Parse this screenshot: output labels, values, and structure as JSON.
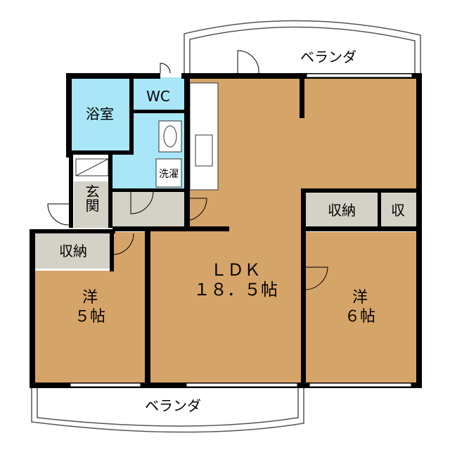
{
  "labels": {
    "veranda_top": "ベランダ",
    "veranda_bottom": "ベランダ",
    "wc": "WC",
    "bath": "浴室",
    "laundry": "洗濯",
    "entrance": "玄関",
    "storage_left": "収納",
    "storage_right": "収納",
    "storage_small": "収",
    "ldk_line1": "ＬＤＫ",
    "ldk_line2": "１８．５帖",
    "west_room_line1": "洋",
    "west_room_line2": "５帖",
    "east_room_line1": "洋",
    "east_room_line2": "６帖"
  },
  "colors": {
    "room_floor": "#d5a468",
    "wet_area": "#a9e6f7",
    "storage": "#d4d1c6",
    "wall": "#000000"
  }
}
